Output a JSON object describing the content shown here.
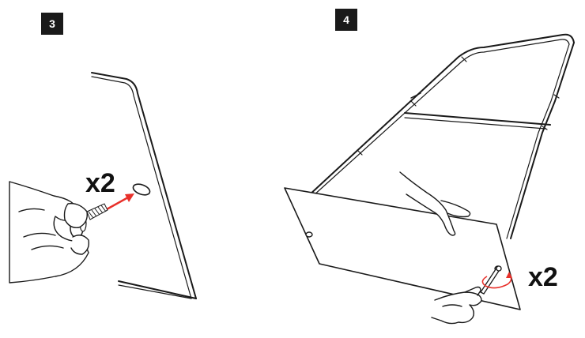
{
  "steps": [
    {
      "number": "3",
      "quantity": "x2"
    },
    {
      "number": "4",
      "quantity": "x2"
    }
  ],
  "colors": {
    "badge": "#1a1a1a",
    "arrow": "#e8302a",
    "line": "#1a1a1a"
  },
  "icons": [
    "hand-icon",
    "wing-nut-bolt-icon",
    "insert-arrow-icon",
    "wrench-icon",
    "rotation-arrow-icon"
  ]
}
